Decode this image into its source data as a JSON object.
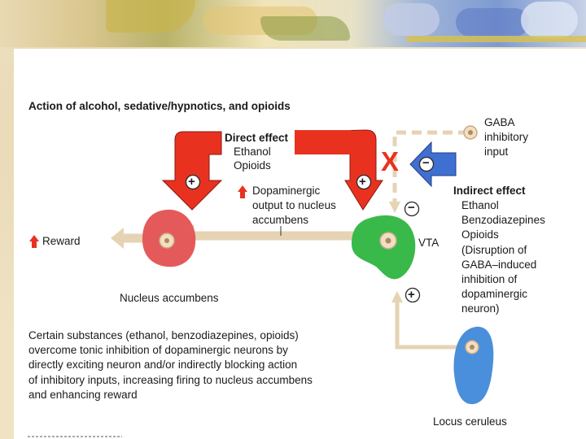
{
  "title": "Action of alcohol, sedative/hypnotics, and opioids",
  "direct_effect": {
    "heading": "Direct effect",
    "items": [
      "Ethanol",
      "Opioids"
    ]
  },
  "gaba": {
    "lines": [
      "GABA",
      "inhibitory",
      "input"
    ]
  },
  "dopamine": {
    "lines": [
      "Dopaminergic",
      "output to nucleus",
      "accumbens"
    ]
  },
  "indirect_effect": {
    "heading": "Indirect effect",
    "items": [
      "Ethanol",
      "Benzodiazepines",
      "Opioids",
      "(Disruption of",
      "GABA–induced",
      "inhibition of",
      "dopaminergic",
      "neuron)"
    ]
  },
  "reward_label": "Reward",
  "vta_label": "VTA",
  "nucleus_label": "Nucleus accumbens",
  "locus_label": "Locus ceruleus",
  "caption_lines": [
    "Certain substances (ethanol, benzodiazepines, opioids)",
    "overcome tonic inhibition of dopaminergic neurons by",
    "directly exciting neuron and/or indirectly blocking action",
    "of inhibitory inputs, increasing firing to nucleus accumbens",
    "and enhancing reward"
  ],
  "symbols": {
    "plus": "+",
    "minus": "−",
    "block": "X"
  },
  "colors": {
    "red_arrow": "#e8321f",
    "blue_arrow": "#3f6fd1",
    "nucleus": "#e45a5a",
    "vta": "#39b94a",
    "locus": "#4a8fdc",
    "tract": "#e6d3b4"
  }
}
